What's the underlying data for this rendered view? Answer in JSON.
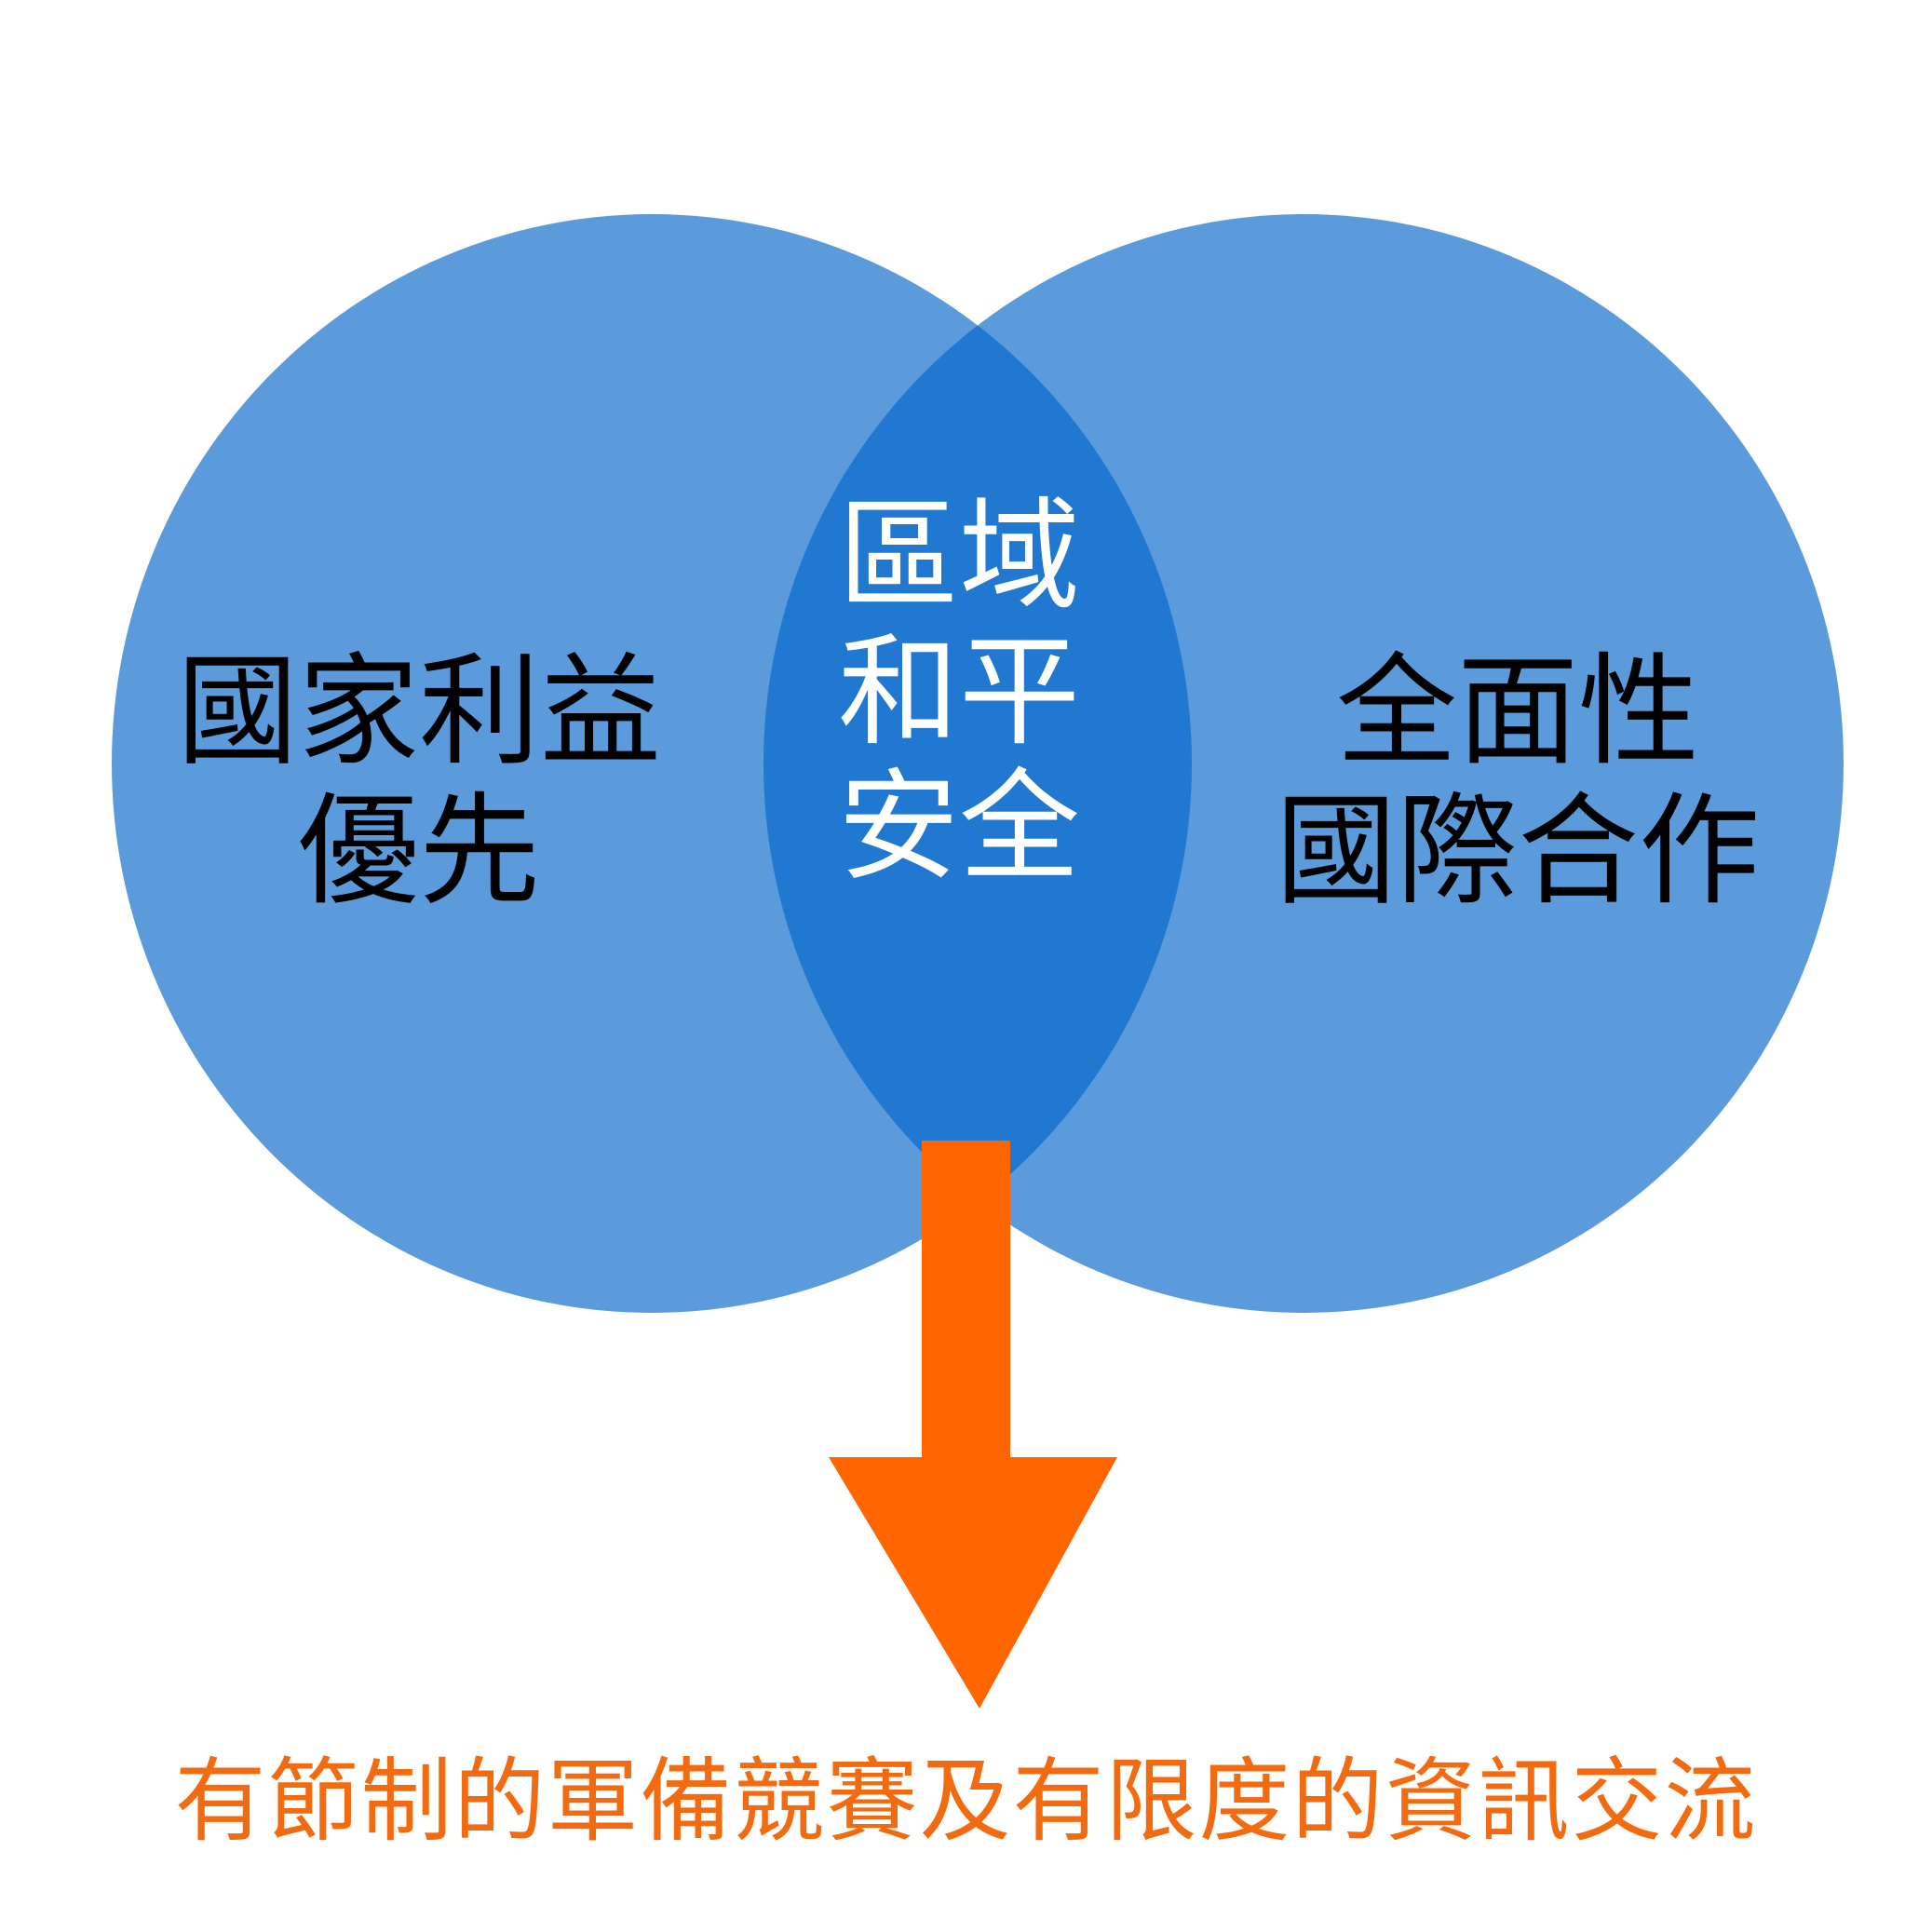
{
  "diagram": {
    "type": "venn",
    "left_circle": {
      "lines": [
        "國家利益",
        "優先"
      ]
    },
    "intersection": {
      "lines": [
        "區域",
        "和平",
        "安全"
      ]
    },
    "right_circle": {
      "lines": [
        "全面性",
        "國際合作"
      ]
    },
    "outcome": "有節制的軍備競賽及有限度的資訊交流"
  },
  "colors": {
    "circle_fill": "#5b9bdc",
    "intersection_fill": "#2178d1",
    "arrow_fill": "#ff6600",
    "outcome_text": "#f26b10",
    "circle_text": "#000000",
    "intersection_text": "#ffffff"
  }
}
